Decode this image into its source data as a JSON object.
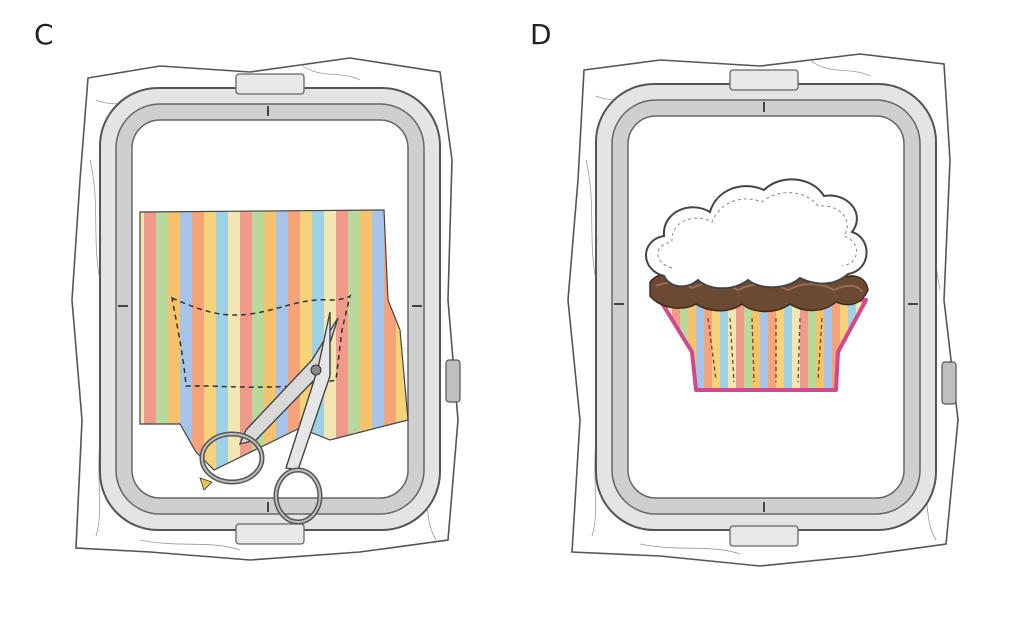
{
  "panels": [
    {
      "label": "C",
      "scene": "scissors-trimming-striped-fabric"
    },
    {
      "label": "D",
      "scene": "finished-cupcake-applique"
    }
  ],
  "colors": {
    "stripes": [
      "#f7a37a",
      "#f6d27a",
      "#9fd1e6",
      "#f3e6b0",
      "#f09a8c",
      "#b9d99a",
      "#f4c36b",
      "#a7c4e8"
    ],
    "frosting_fill": "#ffffff",
    "chocolate": "#6b4a34",
    "chocolate_light": "#9a6e4c",
    "liner_edge": "#d1488f",
    "hoop": "#6e6e6e",
    "hoop_light": "#d6d6d6",
    "fabric_line": "#555555"
  }
}
